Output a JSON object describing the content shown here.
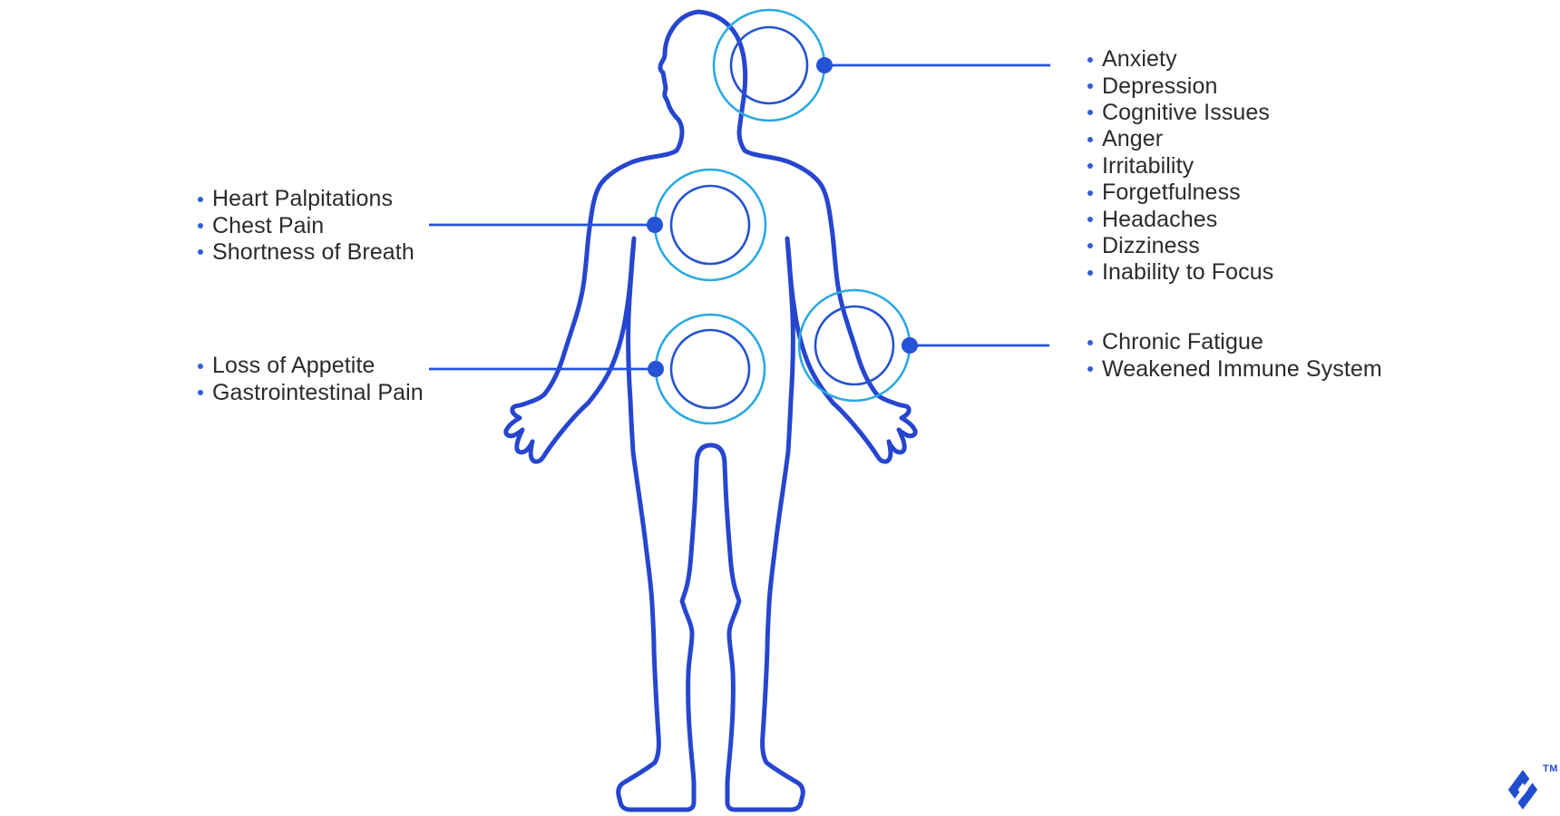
{
  "colors": {
    "body_outline": "#2646D0",
    "highlight_cyan": "#29A9E4",
    "highlight_blue": "#2553CF",
    "connector_blue": "#2453D6",
    "text": "#2b2b2b",
    "bullet": "#2e5fd5",
    "logo_blue": "#204ECF",
    "background": "#ffffff"
  },
  "callouts": {
    "head": {
      "body_part": "head",
      "items": [
        "Anxiety",
        "Depression",
        "Cognitive Issues",
        "Anger",
        "Irritability",
        "Forgetfulness",
        "Headaches",
        "Dizziness",
        "Inability to Focus"
      ]
    },
    "hand": {
      "body_part": "hand",
      "items": [
        "Chronic Fatigue",
        "Weakened Immune System"
      ]
    },
    "chest": {
      "body_part": "chest",
      "items": [
        "Heart Palpitations",
        "Chest Pain",
        "Shortness of Breath"
      ]
    },
    "abdomen": {
      "body_part": "abdomen",
      "items": [
        "Loss of Appetite",
        "Gastrointestinal Pain"
      ]
    }
  },
  "logo": {
    "trademark": "TM"
  }
}
